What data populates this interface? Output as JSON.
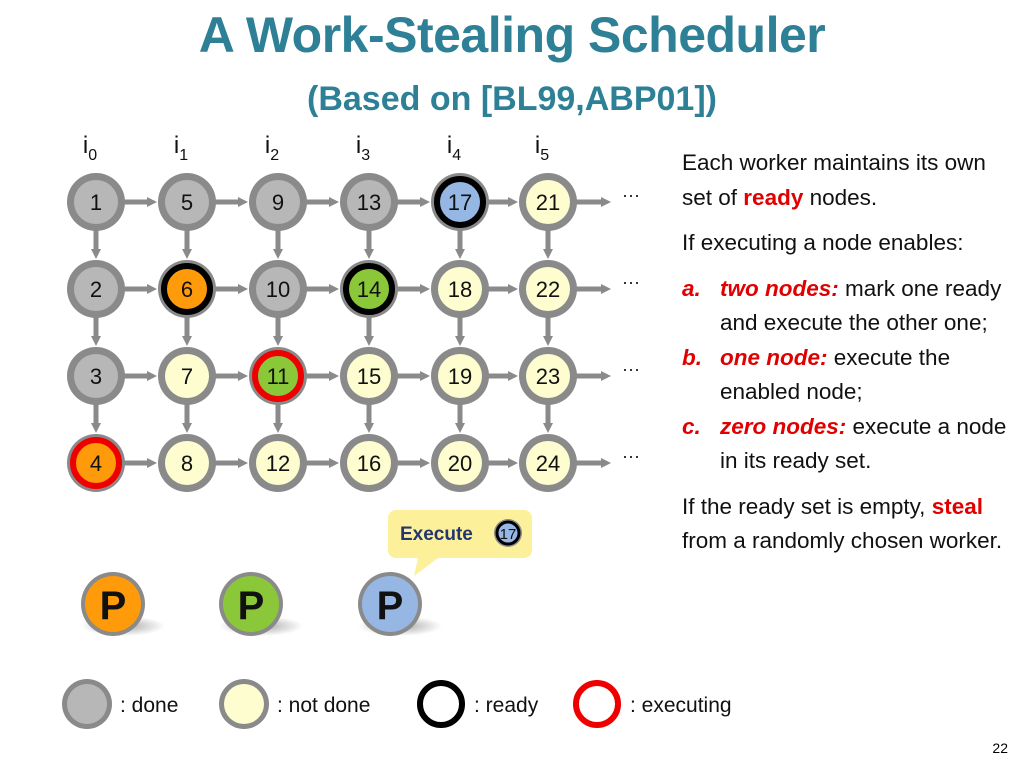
{
  "title": "A Work-Stealing Scheduler",
  "subtitle": "(Based on [BL99,ABP01])",
  "colors": {
    "title": "#2e8096",
    "done": "#b7b7b7",
    "not_done": "#fdfdcf",
    "ready_border": "#000000",
    "executing_border": "#ee0000",
    "orange": "#ff9a0a",
    "green": "#8ac83a",
    "blue": "#96b7e3",
    "edge": "#8a8a8a",
    "callout": "#fcf09a",
    "callout_text": "#23376e"
  },
  "columns": [
    {
      "base": "i",
      "sub": "0"
    },
    {
      "base": "i",
      "sub": "1"
    },
    {
      "base": "i",
      "sub": "2"
    },
    {
      "base": "i",
      "sub": "3"
    },
    {
      "base": "i",
      "sub": "4"
    },
    {
      "base": "i",
      "sub": "5"
    }
  ],
  "row_ellipsis": [
    "···",
    "···",
    "···",
    "···"
  ],
  "nodes": [
    {
      "label": "1",
      "state": "done"
    },
    {
      "label": "2",
      "state": "done"
    },
    {
      "label": "3",
      "state": "done"
    },
    {
      "label": "4",
      "state": "executing",
      "fill": "orange"
    },
    {
      "label": "5",
      "state": "done"
    },
    {
      "label": "6",
      "state": "ready",
      "fill": "orange"
    },
    {
      "label": "7",
      "state": "not_done"
    },
    {
      "label": "8",
      "state": "not_done"
    },
    {
      "label": "9",
      "state": "done"
    },
    {
      "label": "10",
      "state": "done"
    },
    {
      "label": "11",
      "state": "executing",
      "fill": "green"
    },
    {
      "label": "12",
      "state": "not_done"
    },
    {
      "label": "13",
      "state": "done"
    },
    {
      "label": "14",
      "state": "ready",
      "fill": "green"
    },
    {
      "label": "15",
      "state": "not_done"
    },
    {
      "label": "16",
      "state": "not_done"
    },
    {
      "label": "17",
      "state": "ready",
      "fill": "blue"
    },
    {
      "label": "18",
      "state": "not_done"
    },
    {
      "label": "19",
      "state": "not_done"
    },
    {
      "label": "20",
      "state": "not_done"
    },
    {
      "label": "21",
      "state": "not_done"
    },
    {
      "label": "22",
      "state": "not_done"
    },
    {
      "label": "23",
      "state": "not_done"
    },
    {
      "label": "24",
      "state": "not_done"
    }
  ],
  "callout": {
    "label": "Execute",
    "node": "17"
  },
  "processors": [
    {
      "label": "P",
      "fill": "orange"
    },
    {
      "label": "P",
      "fill": "green"
    },
    {
      "label": "P",
      "fill": "blue"
    }
  ],
  "legend": [
    {
      "label": ": done",
      "kind": "done"
    },
    {
      "label": ": not done",
      "kind": "not_done"
    },
    {
      "label": ": ready",
      "kind": "ready"
    },
    {
      "label": ": executing",
      "kind": "executing"
    }
  ],
  "panel": {
    "p1_before": "Each worker maintains its own set of ",
    "p1_ready": "ready",
    "p1_after": " nodes.",
    "p2": "If executing a node enables:",
    "items": [
      {
        "marker": "a.",
        "label": "two nodes:",
        "text": " mark one ready and execute the other one;"
      },
      {
        "marker": "b.",
        "label": "one node:",
        "text": " execute the enabled node;"
      },
      {
        "marker": "c.",
        "label": "zero nodes:",
        "text": " execute a node in its ready set."
      }
    ],
    "p3_before": "If the ready set is empty, ",
    "p3_steal": "steal",
    "p3_after": " from a randomly chosen worker."
  },
  "page_number": "22"
}
